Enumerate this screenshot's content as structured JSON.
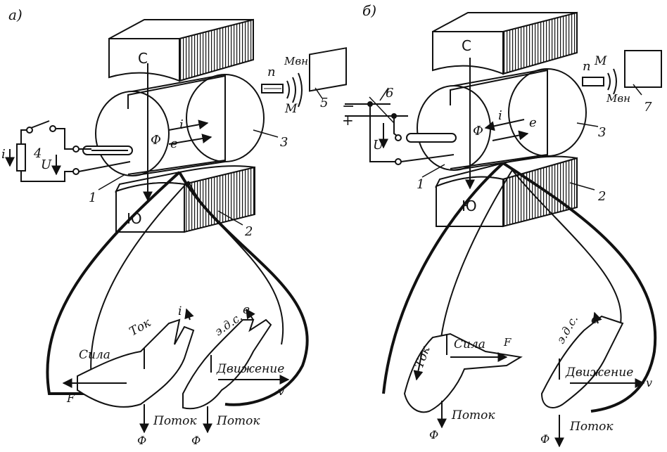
{
  "panel_a": {
    "tag": "а)",
    "pole_top": "С",
    "pole_bottom": "Ю",
    "flux": "Ф",
    "current": "i",
    "emf": "e",
    "voltage": "U",
    "current_left": "i",
    "num_1": "1",
    "num_2": "2",
    "num_3": "3",
    "num_4": "4",
    "num_5": "5",
    "speed": "n",
    "torque": "М",
    "torque_ext": "Мвн",
    "hands": {
      "force": "Сила",
      "force_sym": "F",
      "current_word": "Ток",
      "current_sym": "i",
      "flux_word_1": "Поток",
      "flux_sym_1": "Ф",
      "emf_word": "э.д.с.",
      "emf_sym": "e",
      "motion_word": "Движение",
      "motion_sym": "v",
      "flux_word_2": "Поток",
      "flux_sym_2": "Ф"
    }
  },
  "panel_b": {
    "tag": "б)",
    "pole_top": "С",
    "pole_bottom": "Ю",
    "flux": "Ф",
    "current": "i",
    "emf": "e",
    "voltage": "U",
    "minus": "−",
    "plus": "+",
    "num_1": "1",
    "num_2": "2",
    "num_3": "3",
    "num_6": "6",
    "num_7": "7",
    "speed": "n",
    "torque": "М",
    "torque_ext": "Мвн",
    "hands": {
      "current_word": "Ток",
      "force": "Сила",
      "force_sym": "F",
      "flux_word_1": "Поток",
      "flux_sym_1": "Ф",
      "emf_word": "э.д.с.",
      "emf_sym": "e",
      "motion_word": "Движение",
      "motion_sym": "v",
      "flux_word_2": "Поток",
      "flux_sym_2": "Ф"
    }
  }
}
